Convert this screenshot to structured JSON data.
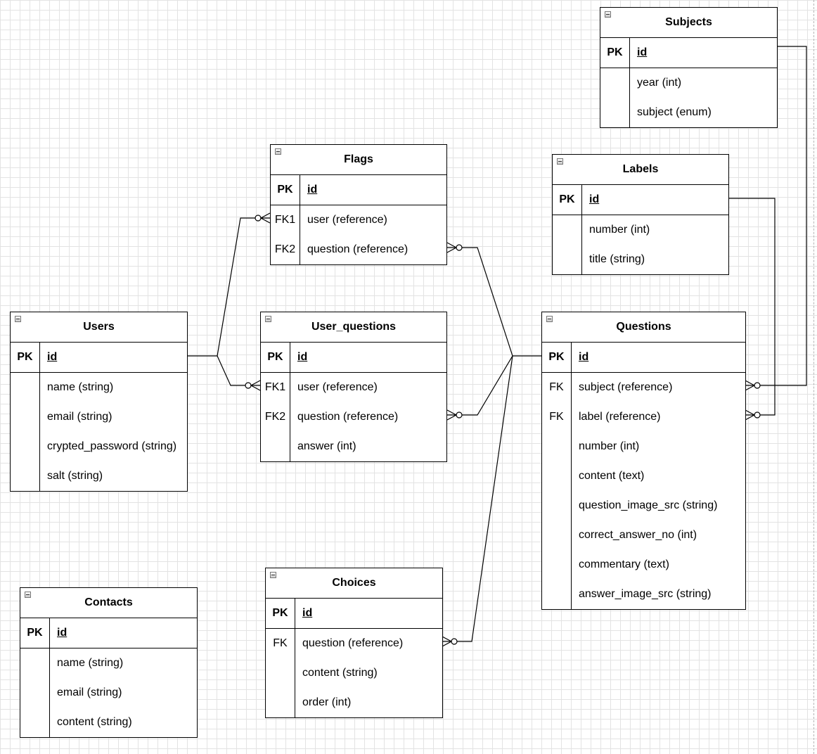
{
  "entities": {
    "subjects": {
      "title": "Subjects",
      "rows": [
        {
          "key": "PK",
          "field": "id"
        },
        {
          "key": "",
          "field": "year (int)"
        },
        {
          "key": "",
          "field": "subject (enum)"
        }
      ]
    },
    "flags": {
      "title": "Flags",
      "rows": [
        {
          "key": "PK",
          "field": "id"
        },
        {
          "key": "FK1",
          "field": "user (reference)"
        },
        {
          "key": "FK2",
          "field": "question (reference)"
        }
      ]
    },
    "labels": {
      "title": "Labels",
      "rows": [
        {
          "key": "PK",
          "field": "id"
        },
        {
          "key": "",
          "field": "number (int)"
        },
        {
          "key": "",
          "field": "title (string)"
        }
      ]
    },
    "users": {
      "title": "Users",
      "rows": [
        {
          "key": "PK",
          "field": "id"
        },
        {
          "key": "",
          "field": "name (string)"
        },
        {
          "key": "",
          "field": "email (string)"
        },
        {
          "key": "",
          "field": "crypted_password (string)"
        },
        {
          "key": "",
          "field": "salt (string)"
        }
      ]
    },
    "user_questions": {
      "title": "User_questions",
      "rows": [
        {
          "key": "PK",
          "field": "id"
        },
        {
          "key": "FK1",
          "field": "user (reference)"
        },
        {
          "key": "FK2",
          "field": "question (reference)"
        },
        {
          "key": "",
          "field": "answer (int)"
        }
      ]
    },
    "questions": {
      "title": "Questions",
      "rows": [
        {
          "key": "PK",
          "field": "id"
        },
        {
          "key": "FK",
          "field": "subject (reference)"
        },
        {
          "key": "FK",
          "field": "label (reference)"
        },
        {
          "key": "",
          "field": "number (int)"
        },
        {
          "key": "",
          "field": "content (text)"
        },
        {
          "key": "",
          "field": "question_image_src (string)"
        },
        {
          "key": "",
          "field": "correct_answer_no (int)"
        },
        {
          "key": "",
          "field": "commentary (text)"
        },
        {
          "key": "",
          "field": "answer_image_src (string)"
        }
      ]
    },
    "contacts": {
      "title": "Contacts",
      "rows": [
        {
          "key": "PK",
          "field": "id"
        },
        {
          "key": "",
          "field": "name (string)"
        },
        {
          "key": "",
          "field": "email (string)"
        },
        {
          "key": "",
          "field": "content (string)"
        }
      ]
    },
    "choices": {
      "title": "Choices",
      "rows": [
        {
          "key": "PK",
          "field": "id"
        },
        {
          "key": "FK",
          "field": "question (reference)"
        },
        {
          "key": "",
          "field": "content (string)"
        },
        {
          "key": "",
          "field": "order (int)"
        }
      ]
    }
  }
}
